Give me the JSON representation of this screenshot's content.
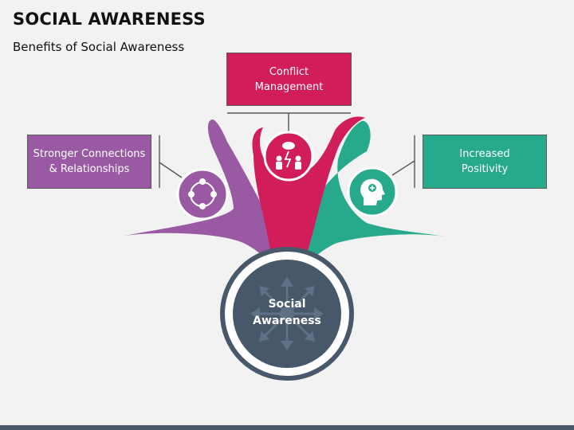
{
  "header": {
    "title": "SOCIAL AWARENESS",
    "subtitle": "Benefits of Social Awareness"
  },
  "diagram": {
    "center": {
      "label": "Social\nAwareness",
      "color": "#47586a"
    },
    "benefits": [
      {
        "id": "left",
        "label": "Stronger Connections\n& Relationships",
        "color": "#9a5aa3",
        "icon": "people-circle-icon"
      },
      {
        "id": "top",
        "label": "Conflict\nManagement",
        "color": "#d11d59",
        "icon": "conflict-icon"
      },
      {
        "id": "right",
        "label": "Increased\nPositivity",
        "color": "#27aa8b",
        "icon": "positive-mind-icon"
      }
    ]
  },
  "colors": {
    "background": "#f2f2f2",
    "bottom_bar": "#47586a"
  }
}
